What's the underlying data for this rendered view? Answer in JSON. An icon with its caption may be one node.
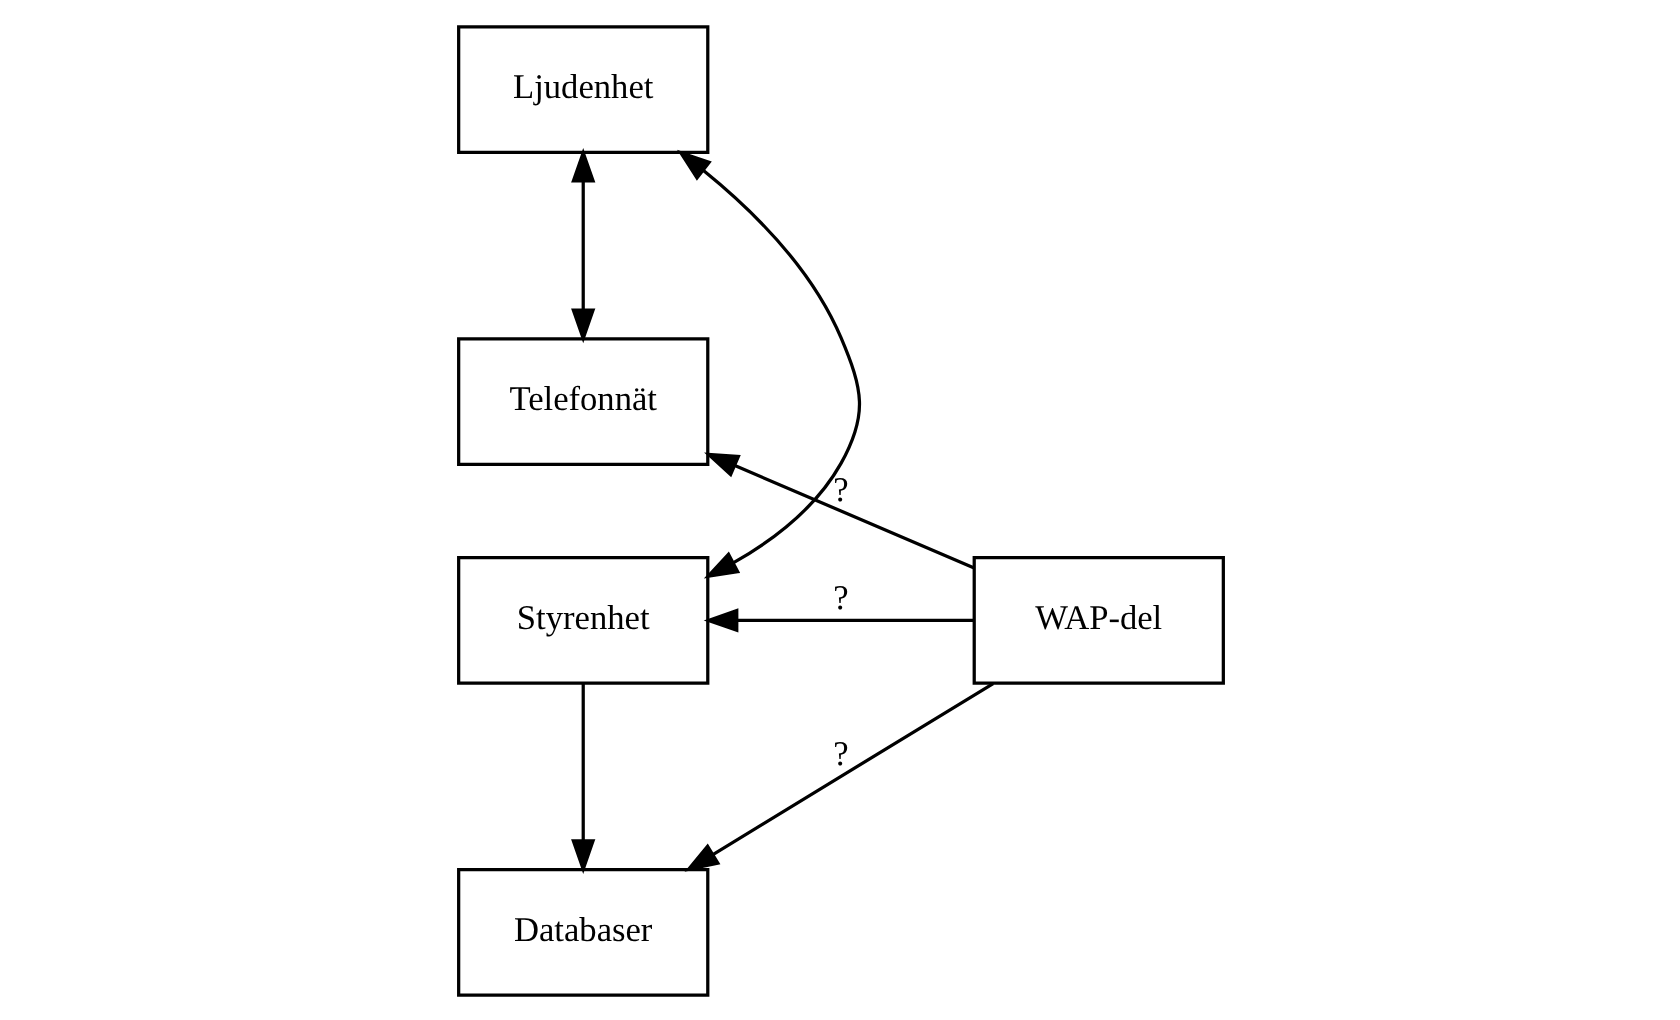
{
  "diagram": {
    "nodes": [
      {
        "text": [
          "Ljudenhet"
        ]
      },
      {
        "text": [
          "Telefonnät"
        ]
      },
      {
        "text": [
          "Styrenhet"
        ]
      },
      {
        "text": [
          "Databaser"
        ]
      },
      {
        "text": [
          "WAP-del"
        ]
      }
    ],
    "edges": [
      {
        "from": 0,
        "to": 1,
        "arrow": "both"
      },
      {
        "from": 0,
        "to": 2,
        "arrow": "both"
      },
      {
        "from": 2,
        "to": 3,
        "arrow": "to"
      },
      {
        "from": 4,
        "to": 1,
        "arrow": "to",
        "label": "?"
      },
      {
        "from": 4,
        "to": 2,
        "arrow": "to",
        "label": "?"
      },
      {
        "from": 4,
        "to": 3,
        "arrow": "to",
        "label": "?"
      }
    ]
  }
}
